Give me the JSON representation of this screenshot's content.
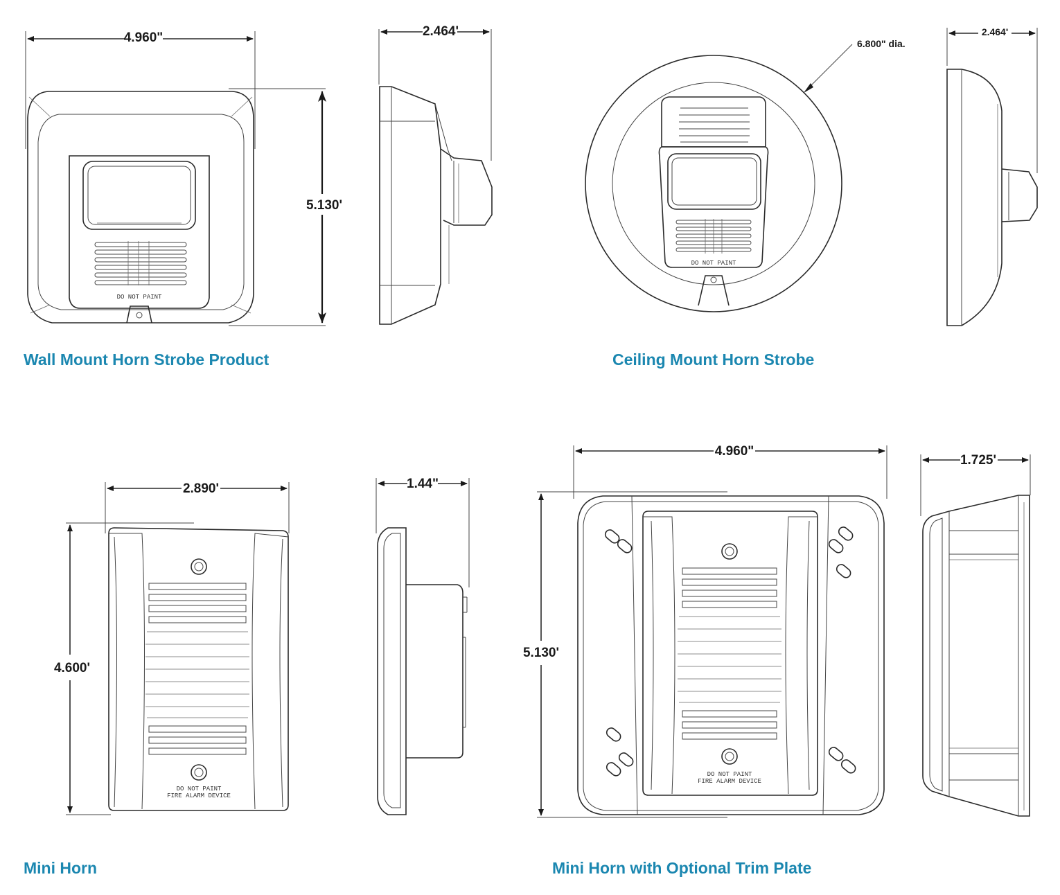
{
  "figures": {
    "wall_mount": {
      "caption": "Wall Mount Horn Strobe Product",
      "width_label": "4.960\"",
      "height_label": "5.130'",
      "depth_label": "2.464'",
      "marking": "DO NOT PAINT"
    },
    "ceiling_mount": {
      "caption": "Ceiling Mount Horn Strobe",
      "diameter_label": "6.800\" dia.",
      "depth_label": "2.464'",
      "marking": "DO NOT PAINT"
    },
    "mini_horn": {
      "caption": "Mini Horn",
      "width_label": "2.890'",
      "height_label": "4.600'",
      "depth_label": "1.44\"",
      "marking_1": "DO NOT PAINT",
      "marking_2": "FIRE ALARM DEVICE"
    },
    "mini_horn_trim": {
      "caption": "Mini Horn with Optional Trim Plate",
      "width_label": "4.960\"",
      "height_label": "5.130'",
      "depth_label": "1.725'",
      "marking_1": "DO NOT PAINT",
      "marking_2": "FIRE ALARM DEVICE"
    }
  },
  "colors": {
    "caption": "#1b87b0",
    "line": "#2a2a2a"
  }
}
